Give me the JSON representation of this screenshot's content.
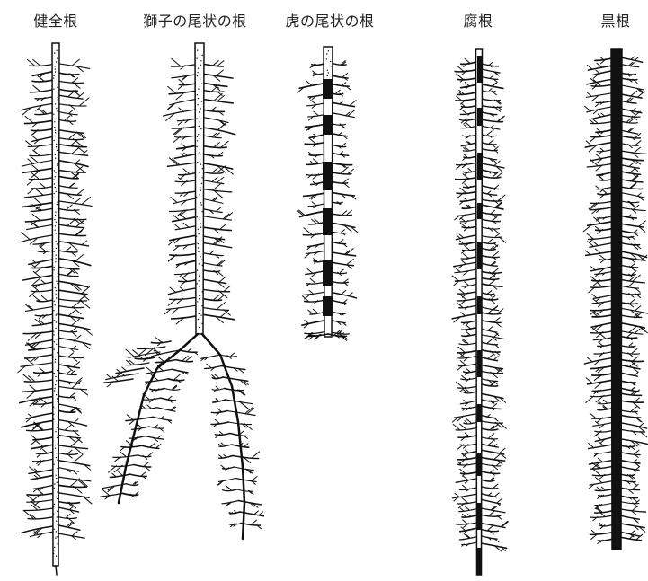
{
  "labels": {
    "healthy": "健全根",
    "lion_tail": "獅子の尾状の根",
    "tiger_tail": "虎の尾状の根",
    "rotten": "腐根",
    "black": "黒根"
  },
  "colors": {
    "ink": "#111111",
    "background": "#ffffff"
  }
}
